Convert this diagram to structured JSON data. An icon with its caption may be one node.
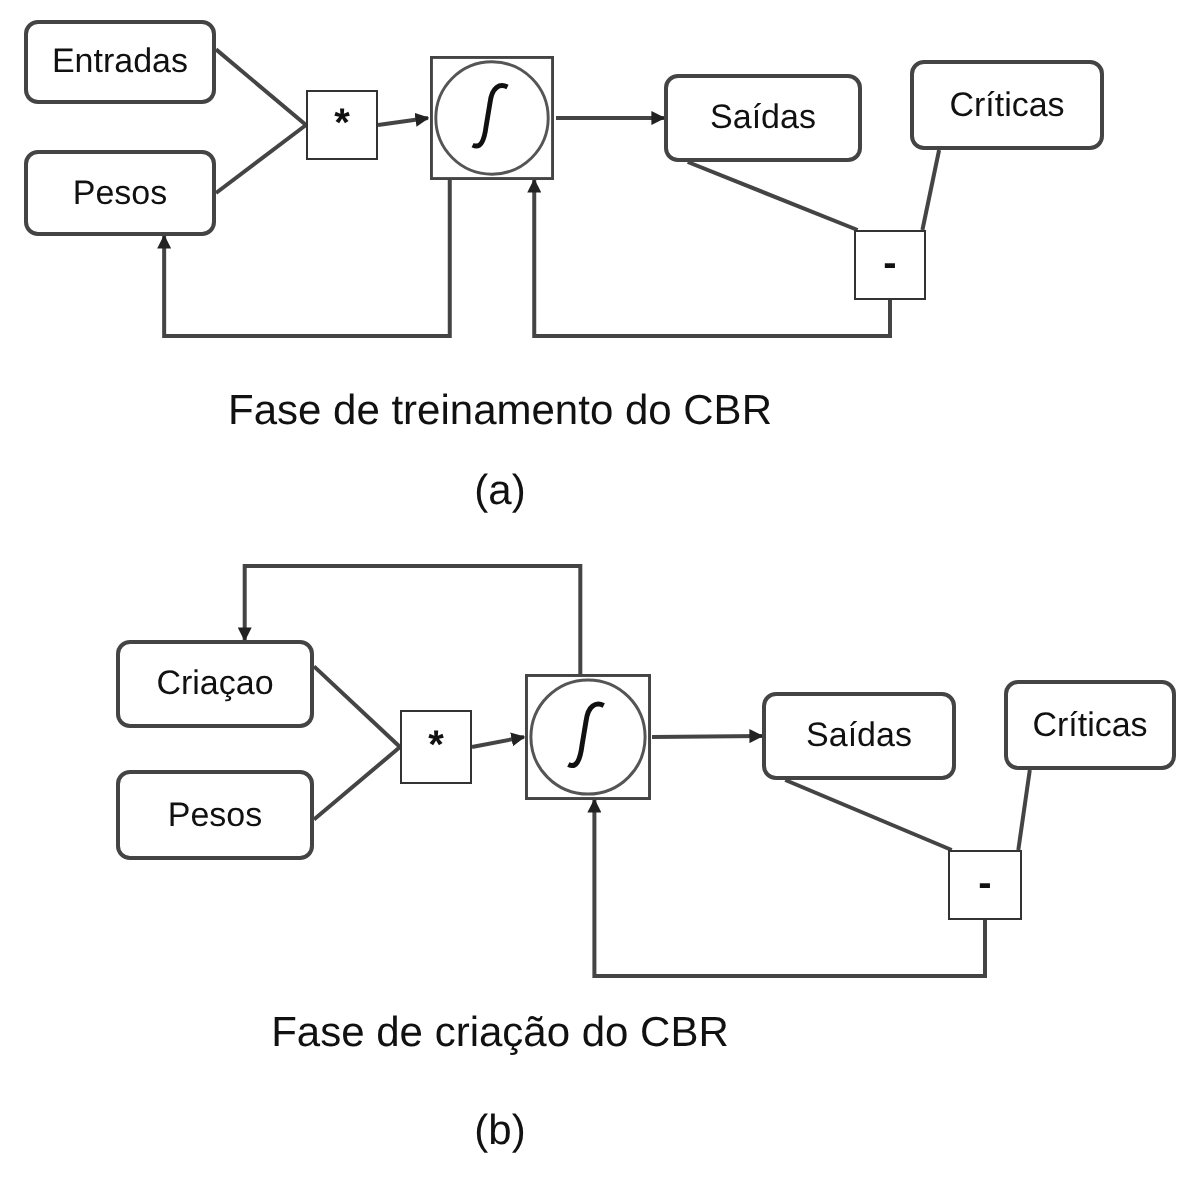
{
  "diagram": {
    "nodes": [
      {
        "text": [
          "Entradas"
        ]
      },
      {
        "text": [
          "Pesos"
        ]
      },
      {
        "text": [
          "*"
        ]
      },
      {
        "text": [],
        "shape": "box"
      },
      {
        "text": [
          "Saídas"
        ]
      },
      {
        "text": [
          "Críticas"
        ]
      },
      {
        "text": [
          "-"
        ]
      },
      {
        "text": [
          "Criaçao"
        ]
      },
      {
        "text": [
          "Pesos"
        ]
      },
      {
        "text": [
          "*"
        ]
      },
      {
        "text": [],
        "shape": "box"
      },
      {
        "text": [
          "Saídas"
        ]
      },
      {
        "text": [
          "Críticas"
        ]
      },
      {
        "text": [
          "-"
        ]
      }
    ],
    "edges": [
      {
        "from": 0,
        "to": 2,
        "arrow": "none"
      },
      {
        "from": 1,
        "to": 2,
        "arrow": "none"
      },
      {
        "from": 2,
        "to": 3,
        "arrow": "to"
      },
      {
        "from": 3,
        "to": 4,
        "arrow": "to"
      },
      {
        "from": 4,
        "to": 6,
        "arrow": "none"
      },
      {
        "from": 5,
        "to": 6,
        "arrow": "none"
      },
      {
        "from": 3,
        "to": 1,
        "arrow": "to"
      },
      {
        "from": 6,
        "to": 3,
        "arrow": "to"
      },
      {
        "from": 7,
        "to": 9,
        "arrow": "none"
      },
      {
        "from": 8,
        "to": 9,
        "arrow": "none"
      },
      {
        "from": 9,
        "to": 10,
        "arrow": "to"
      },
      {
        "from": 10,
        "to": 11,
        "arrow": "to"
      },
      {
        "from": 11,
        "to": 13,
        "arrow": "none"
      },
      {
        "from": 12,
        "to": 13,
        "arrow": "none"
      },
      {
        "from": 10,
        "to": 7,
        "arrow": "to"
      },
      {
        "from": 13,
        "to": 10,
        "arrow": "to"
      }
    ],
    "labels": [
      "Fase de treinamento do CBR",
      "(a)",
      "Fase de criação do CBR",
      "(b)"
    ]
  }
}
